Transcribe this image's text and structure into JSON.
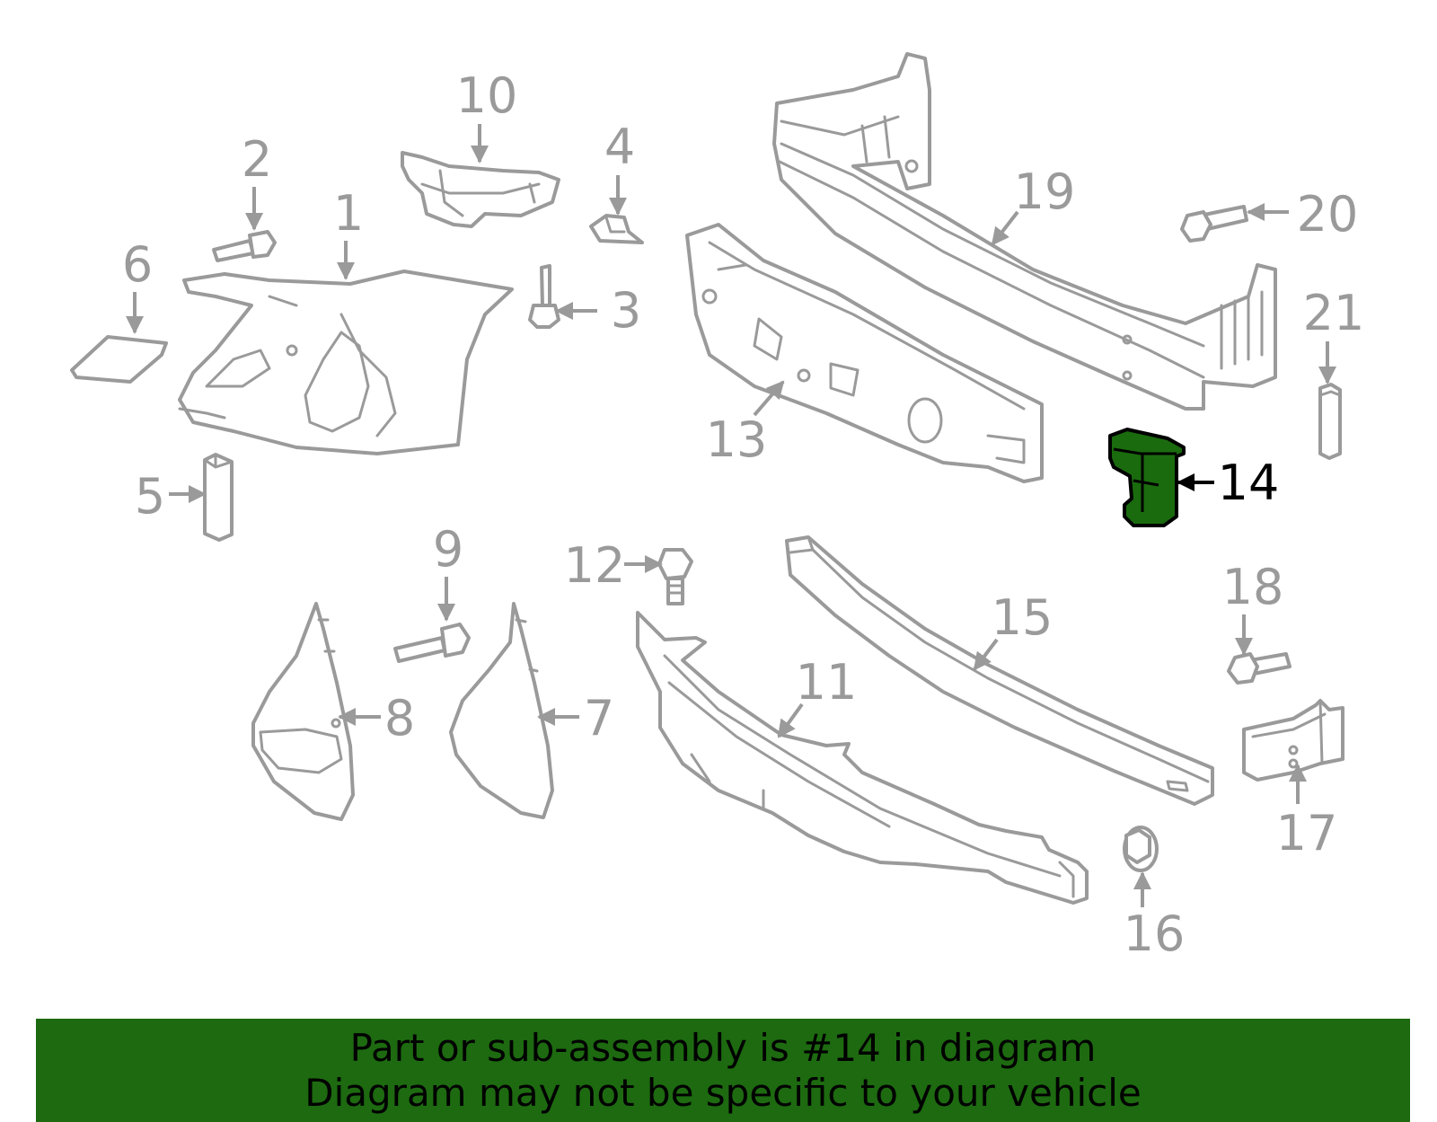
{
  "diagram": {
    "highlighted_part": "14",
    "callouts": {
      "c1": "1",
      "c2": "2",
      "c3": "3",
      "c4": "4",
      "c5": "5",
      "c6": "6",
      "c7": "7",
      "c8": "8",
      "c9": "9",
      "c10": "10",
      "c11": "11",
      "c12": "12",
      "c13": "13",
      "c14": "14",
      "c15": "15",
      "c16": "16",
      "c17": "17",
      "c18": "18",
      "c19": "19",
      "c20": "20",
      "c21": "21"
    },
    "colors": {
      "line": "#9a9a9a",
      "highlight": "#1a6b0e",
      "banner": "#1d6a10"
    }
  },
  "banner": {
    "line1": "Part or sub-assembly is #14 in diagram",
    "line2": "Diagram may not be specific to your vehicle"
  }
}
